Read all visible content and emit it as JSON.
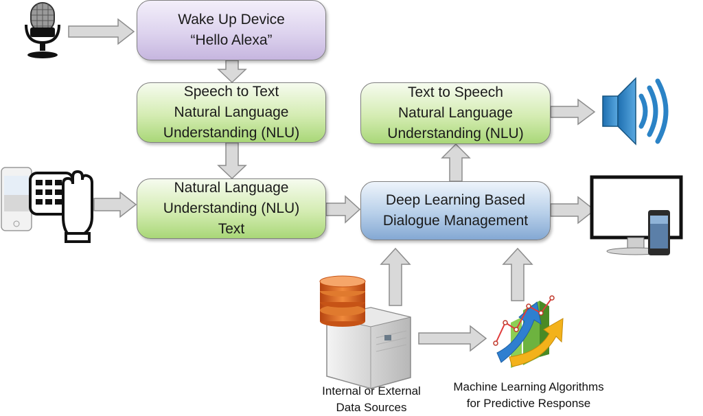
{
  "boxes": {
    "wake": {
      "line1": "Wake Up Device",
      "line2": "“Hello Alexa”"
    },
    "stt": {
      "line1": "Speech to Text",
      "line2": "Natural Language",
      "line3": "Understanding (NLU)"
    },
    "nlu_text": {
      "line1": "Natural Language",
      "line2": "Understanding (NLU)",
      "line3": "Text"
    },
    "tts": {
      "line1": "Text to Speech",
      "line2": "Natural Language",
      "line3": "Understanding (NLU)"
    },
    "dialogue": {
      "line1": "Deep Learning Based",
      "line2": "Dialogue Management"
    }
  },
  "captions": {
    "data_sources": {
      "line1": "Internal or External",
      "line2": "Data Sources"
    },
    "ml": {
      "line1": "Machine Learning Algorithms",
      "line2": "for Predictive Response"
    }
  },
  "icons": [
    "microphone-icon",
    "phone-keyboard-hand-icon",
    "speaker-icon",
    "monitor-phone-icon",
    "database-server-icon",
    "growth-chart-icon"
  ],
  "colors": {
    "purple": "#c6b6df",
    "green": "#a9d778",
    "blue": "#84a8d3",
    "arrow": "#d9d9d9",
    "arrow_border": "#8c8c8c"
  }
}
